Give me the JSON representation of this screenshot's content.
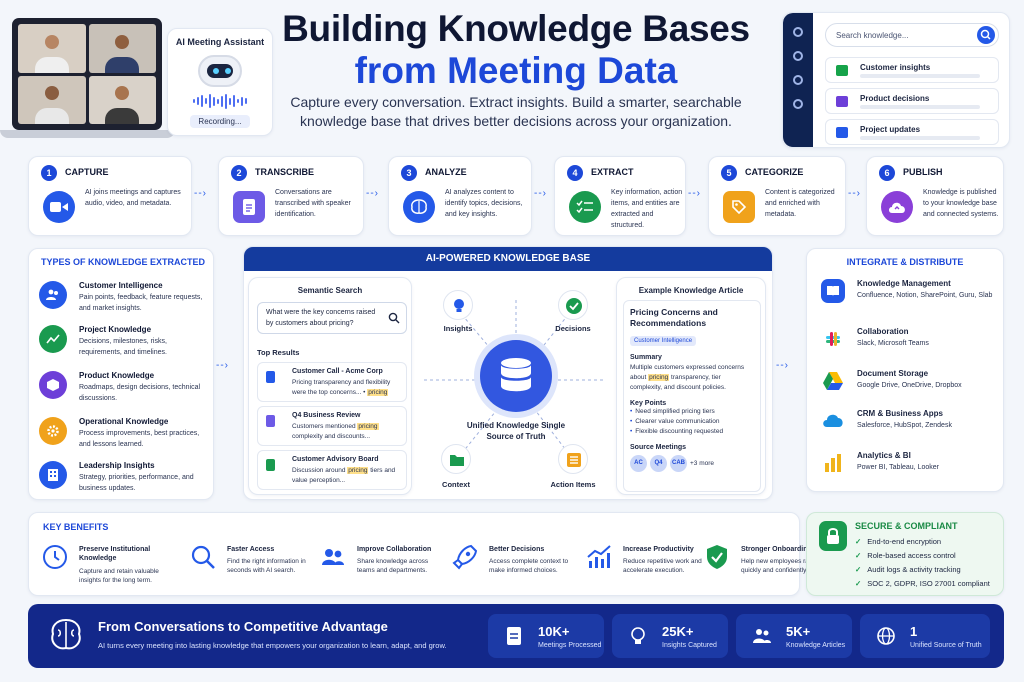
{
  "header": {
    "title_line1": "Building Knowledge Bases",
    "title_line2": "from Meeting Data",
    "subtitle": "Capture every conversation. Extract insights. Build a smarter, searchable knowledge base that drives better decisions across your organization."
  },
  "assistant": {
    "title": "AI Meeting Assistant",
    "status": "Recording..."
  },
  "search_panel": {
    "placeholder": "Search knowledge...",
    "items": [
      {
        "label": "Customer insights",
        "icon": "chart-icon",
        "color": "#16a34a"
      },
      {
        "label": "Product decisions",
        "icon": "cube-icon",
        "color": "#6d3fd8"
      },
      {
        "label": "Project updates",
        "icon": "folder-icon",
        "color": "#2459e8"
      }
    ]
  },
  "steps": [
    {
      "num": "1",
      "title": "CAPTURE",
      "desc": "AI joins meetings and captures audio, video, and metadata.",
      "icon": "video-camera-icon",
      "color": "#2459e8"
    },
    {
      "num": "2",
      "title": "TRANSCRIBE",
      "desc": "Conversations are transcribed with speaker identification.",
      "icon": "document-icon",
      "color": "#6d5ae6"
    },
    {
      "num": "3",
      "title": "ANALYZE",
      "desc": "AI analyzes content to identify topics, decisions, and key insights.",
      "icon": "brain-icon",
      "color": "#2459e8"
    },
    {
      "num": "4",
      "title": "EXTRACT",
      "desc": "Key information, action items, and entities are extracted and structured.",
      "icon": "checklist-icon",
      "color": "#1a9a4f"
    },
    {
      "num": "5",
      "title": "CATEGORIZE",
      "desc": "Content is categorized and enriched with metadata.",
      "icon": "tag-icon",
      "color": "#f0a21b"
    },
    {
      "num": "6",
      "title": "PUBLISH",
      "desc": "Knowledge is published to your knowledge base and connected systems.",
      "icon": "cloud-upload-icon",
      "color": "#8a3fd8"
    }
  ],
  "types": {
    "title": "TYPES OF KNOWLEDGE EXTRACTED",
    "items": [
      {
        "title": "Customer Intelligence",
        "desc": "Pain points, feedback, feature requests, and market insights.",
        "icon": "users-icon",
        "color": "#2459e8"
      },
      {
        "title": "Project Knowledge",
        "desc": "Decisions, milestones, risks, requirements, and timelines.",
        "icon": "chart-icon",
        "color": "#1a9a4f"
      },
      {
        "title": "Product Knowledge",
        "desc": "Roadmaps, design decisions, technical discussions.",
        "icon": "cube-icon",
        "color": "#6d3fd8"
      },
      {
        "title": "Operational Knowledge",
        "desc": "Process improvements, best practices, and lessons learned.",
        "icon": "gear-icon",
        "color": "#f0a21b"
      },
      {
        "title": "Leadership Insights",
        "desc": "Strategy, priorities, performance, and business updates.",
        "icon": "building-icon",
        "color": "#2459e8"
      }
    ]
  },
  "center": {
    "title": "AI-POWERED KNOWLEDGE BASE",
    "semantic": {
      "title": "Semantic Search",
      "query": "What were the key concerns raised by customers about pricing?",
      "results_title": "Top Results",
      "results": [
        {
          "title": "Customer Call - Acme Corp",
          "pre": "Pricing transparency and flexibility were the top concerns... • ",
          "hl": "pricing",
          "post": "",
          "color": "#2459e8"
        },
        {
          "title": "Q4 Business Review",
          "pre": "Customers mentioned ",
          "hl": "pricing",
          "post": " complexity and discounts...",
          "color": "#6d5ae6"
        },
        {
          "title": "Customer Advisory Board",
          "pre": "Discussion around ",
          "hl": "pricing",
          "post": " tiers and value perception...",
          "color": "#1a9a4f"
        }
      ]
    },
    "hub": {
      "label": "Unified Knowledge Single Source of Truth"
    },
    "nodes": [
      {
        "label": "Insights",
        "icon": "lightbulb-icon",
        "color": "#2459e8"
      },
      {
        "label": "Decisions",
        "icon": "check-circle-icon",
        "color": "#1a9a4f"
      },
      {
        "label": "Context",
        "icon": "folder-icon",
        "color": "#1a9a4f"
      },
      {
        "label": "Action Items",
        "icon": "list-icon",
        "color": "#f0a21b"
      }
    ],
    "article": {
      "heading": "Example Knowledge Article",
      "title": "Pricing Concerns and Recommendations",
      "tag": "Customer Intelligence",
      "summary_label": "Summary",
      "summary_pre": "Multiple customers expressed concerns about ",
      "summary_hl": "pricing",
      "summary_post": " transparency, tier complexity, and discount policies.",
      "points_label": "Key Points",
      "points": [
        "Need simplified pricing tiers",
        "Clearer value communication",
        "Flexible discounting requested"
      ],
      "sources_label": "Source Meetings",
      "sources": [
        "AC",
        "Q4",
        "CAB"
      ],
      "more": "+3 more"
    }
  },
  "integrate": {
    "title": "INTEGRATE & DISTRIBUTE",
    "items": [
      {
        "title": "Knowledge Management",
        "desc": "Confluence, Notion, SharePoint, Guru, Slab",
        "icon": "book-icon",
        "color": "#2459e8"
      },
      {
        "title": "Collaboration",
        "desc": "Slack, Microsoft Teams",
        "icon": "slack-icon",
        "color": "#e01e5a"
      },
      {
        "title": "Document Storage",
        "desc": "Google Drive, OneDrive, Dropbox",
        "icon": "drive-icon",
        "color": "#1a9a4f"
      },
      {
        "title": "CRM & Business Apps",
        "desc": "Salesforce, HubSpot, Zendesk",
        "icon": "cloud-icon",
        "color": "#1a8fe0"
      },
      {
        "title": "Analytics & BI",
        "desc": "Power BI, Tableau, Looker",
        "icon": "bar-chart-icon",
        "color": "#f0b41b"
      }
    ]
  },
  "benefits": {
    "title": "KEY BENEFITS",
    "items": [
      {
        "title": "Preserve Institutional Knowledge",
        "desc": "Capture and retain valuable insights for the long term.",
        "icon": "clock-icon"
      },
      {
        "title": "Faster Access",
        "desc": "Find the right information in seconds with AI search.",
        "icon": "search-icon"
      },
      {
        "title": "Improve Collaboration",
        "desc": "Share knowledge across teams and departments.",
        "icon": "users-icon"
      },
      {
        "title": "Better Decisions",
        "desc": "Access complete context to make informed choices.",
        "icon": "rocket-icon"
      },
      {
        "title": "Increase Productivity",
        "desc": "Reduce repetitive work and accelerate execution.",
        "icon": "trend-icon"
      },
      {
        "title": "Stronger Onboarding",
        "desc": "Help new employees ramp up quickly and confidently.",
        "icon": "shield-check-icon"
      }
    ]
  },
  "secure": {
    "title": "SECURE & COMPLIANT",
    "items": [
      "End-to-end encryption",
      "Role-based access control",
      "Audit logs & activity tracking",
      "SOC 2, GDPR, ISO 27001 compliant"
    ]
  },
  "footer": {
    "title": "From Conversations to Competitive Advantage",
    "desc": "AI turns every meeting into lasting knowledge that empowers your organization to learn, adapt, and grow.",
    "stats": [
      {
        "value": "10K+",
        "label": "Meetings Processed",
        "icon": "document-icon"
      },
      {
        "value": "25K+",
        "label": "Insights Captured",
        "icon": "lightbulb-icon"
      },
      {
        "value": "5K+",
        "label": "Knowledge Articles",
        "icon": "users-icon"
      },
      {
        "value": "1",
        "label": "Unified Source of Truth",
        "icon": "globe-icon"
      }
    ]
  }
}
